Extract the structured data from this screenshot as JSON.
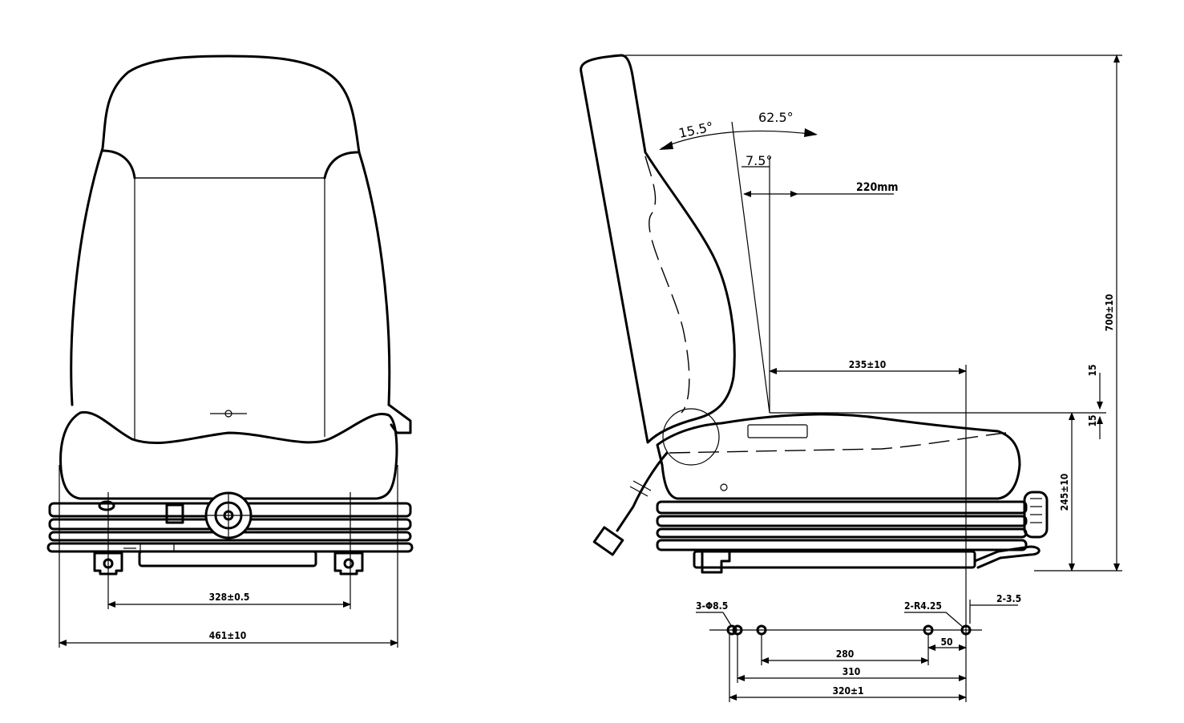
{
  "drawing": {
    "front_view": {
      "dims": {
        "mount_spacing": "328±0.5",
        "overall_width": "461±10"
      }
    },
    "side_view": {
      "angles": {
        "recline_forward": "15.5°",
        "recline_back": "62.5°",
        "backrest_tilt": "7.5°"
      },
      "dims": {
        "slide_travel": "220mm",
        "seat_depth": "235±10",
        "overall_height": "700±10",
        "seat_height": "245±10",
        "suspension_up": "15",
        "suspension_down": "15"
      }
    },
    "mount_pattern": {
      "hole_callout": "3-Φ8.5",
      "radius_callout": "2-R4.25",
      "offset_callout": "2-3.5",
      "dim_50": "50",
      "dim_280": "280",
      "dim_310": "310",
      "dim_320": "320±1"
    }
  }
}
